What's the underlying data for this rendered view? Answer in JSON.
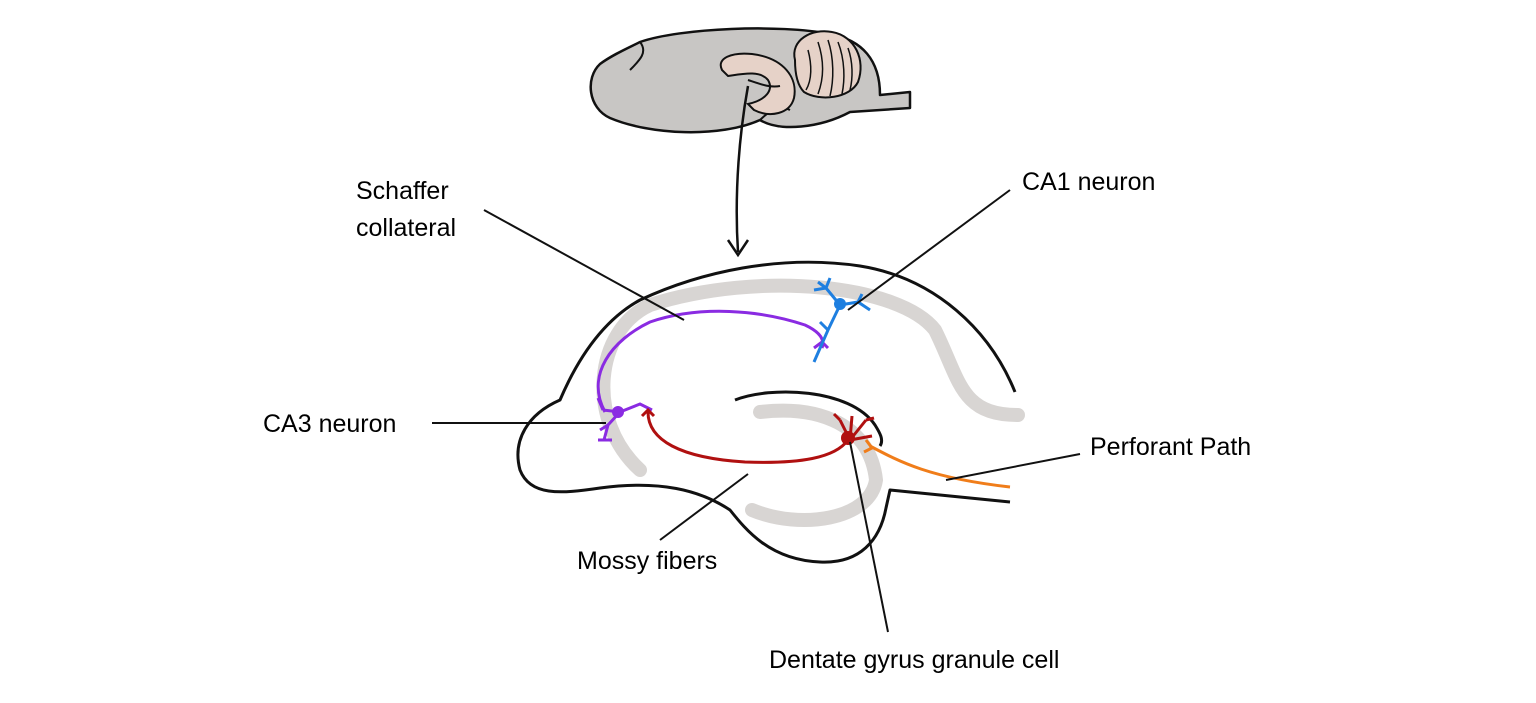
{
  "labels": {
    "schaffer_line1": "Schaffer",
    "schaffer_line2": "collateral",
    "ca1": "CA1 neuron",
    "ca3": "CA3 neuron",
    "perforant": "Perforant Path",
    "mossy": "Mossy fibers",
    "dentate": "Dentate gyrus granule cell"
  },
  "colors": {
    "brain": "#c8c6c4",
    "hippocampus_inset": "#e6d2c8",
    "cell_layer": "#d8d5d3",
    "schaffer_collateral": "#8a2be2",
    "ca1_neuron": "#1e7fe0",
    "mossy_fibers": "#b01010",
    "perforant_path": "#f07d1a"
  }
}
